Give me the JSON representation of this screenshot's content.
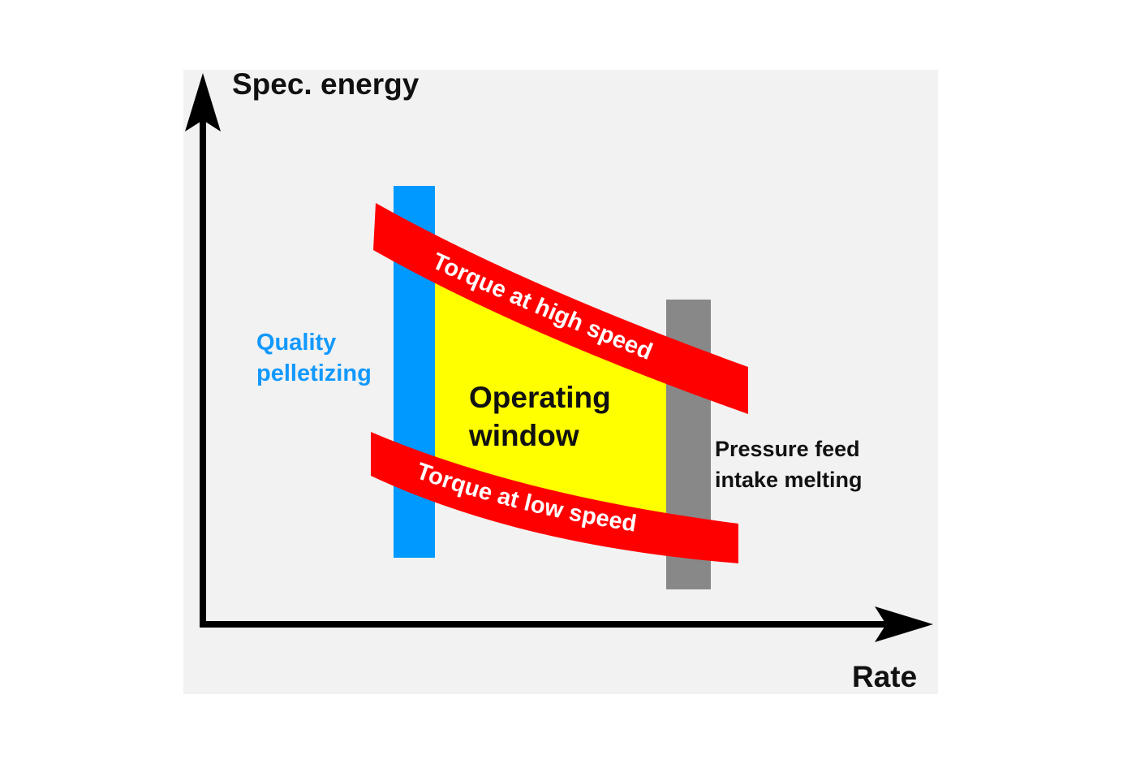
{
  "axes": {
    "y_label": "Spec. energy",
    "x_label": "Rate"
  },
  "regions": {
    "operating_window": {
      "line1": "Operating",
      "line2": "window"
    },
    "quality_pelletizing": {
      "line1": "Quality",
      "line2": "pelletizing"
    },
    "pressure_feed": {
      "line1": "Pressure feed",
      "line2": "intake melting"
    }
  },
  "bands": {
    "high_speed": "Torque at high speed",
    "low_speed": "Torque at low speed"
  },
  "colors": {
    "background": "#f2f2f2",
    "window_fill": "#ffff00",
    "band_red": "#ff0000",
    "quality_bar": "#0099ff",
    "pressure_bar": "#888888",
    "quality_text": "#1199ff",
    "axis": "#000000"
  }
}
